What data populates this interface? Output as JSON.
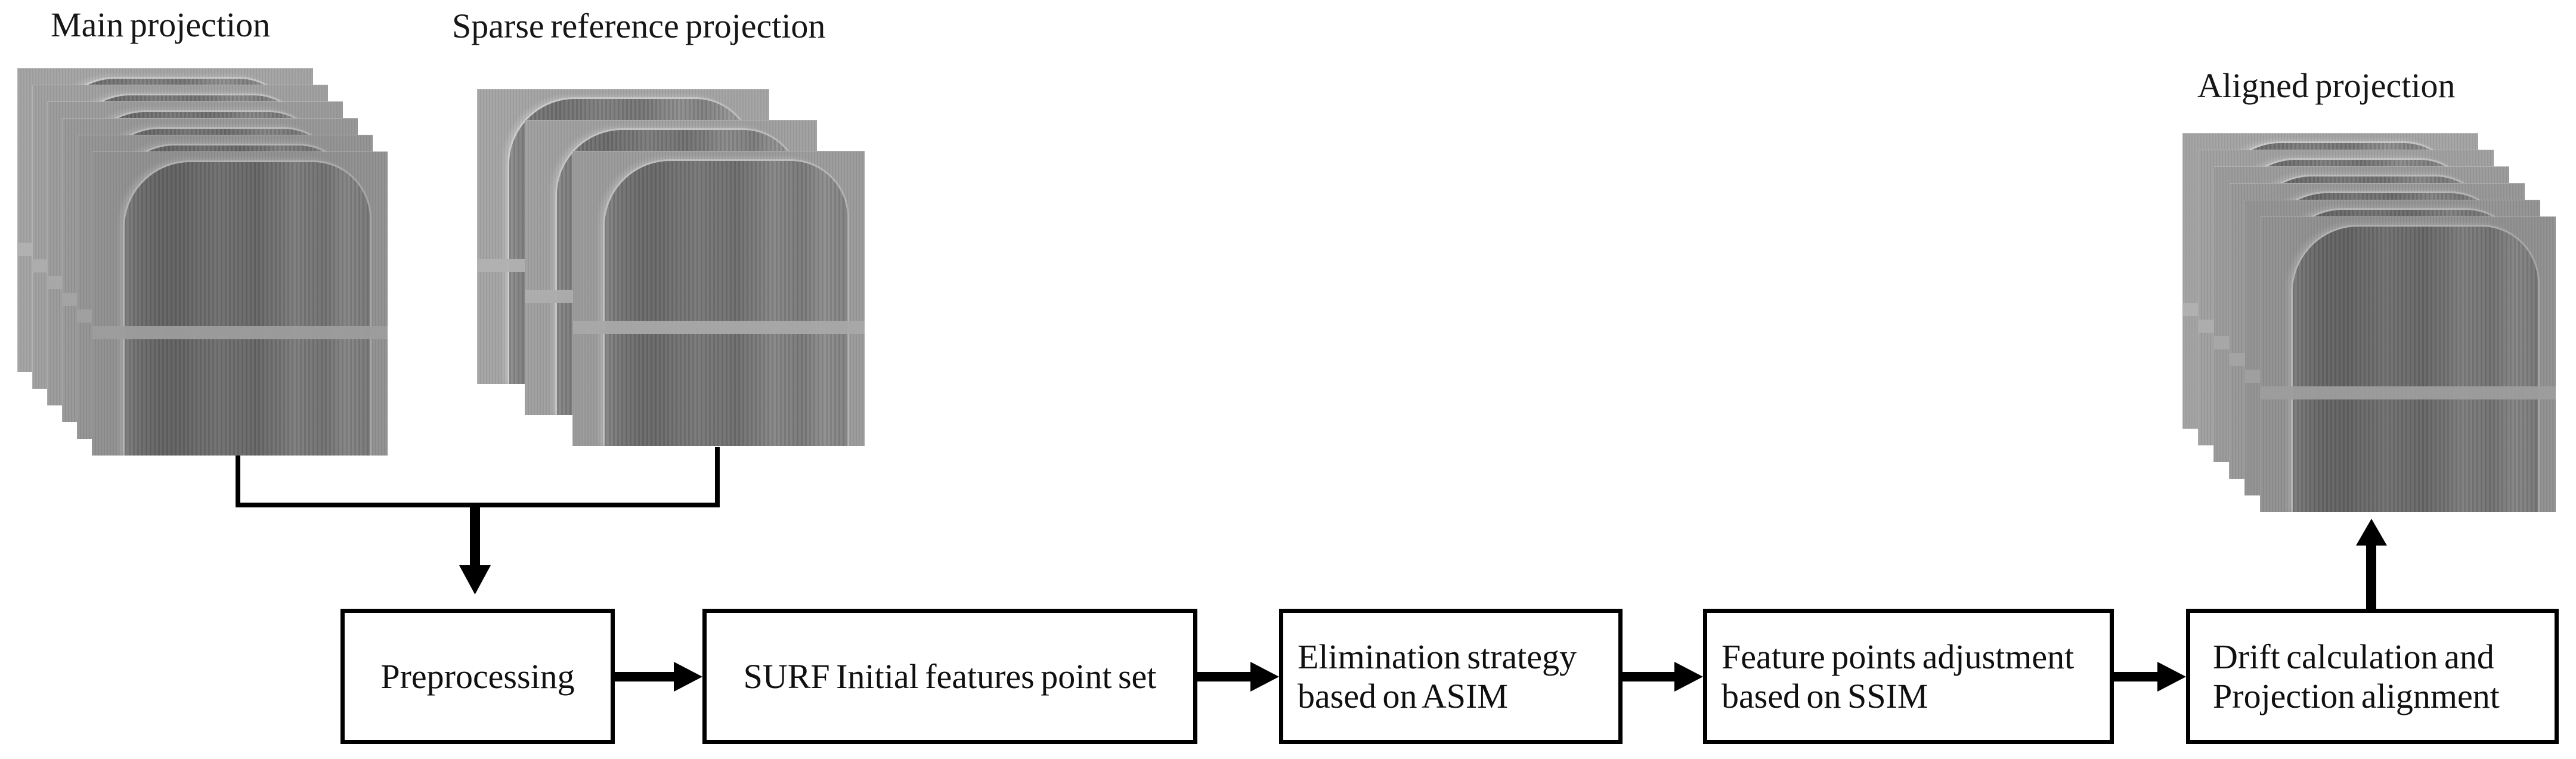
{
  "figure": {
    "stack_labels": {
      "main": "Main projection",
      "sparse": "Sparse reference projection",
      "aligned": "Aligned projection"
    },
    "stacks": {
      "main": {
        "layer_count": 6
      },
      "sparse": {
        "layer_count": 3
      },
      "aligned": {
        "layer_count": 6
      }
    },
    "flow_boxes": [
      {
        "id": "preprocessing",
        "lines": [
          "Preprocessing"
        ]
      },
      {
        "id": "surf",
        "lines": [
          "SURF Initial features point set"
        ]
      },
      {
        "id": "elimination",
        "lines": [
          "Elimination strategy",
          "based on ASIM"
        ]
      },
      {
        "id": "adjustment",
        "lines": [
          "Feature points adjustment",
          "based on SSIM"
        ]
      },
      {
        "id": "drift",
        "lines": [
          "Drift calculation and",
          "Projection alignment"
        ]
      }
    ],
    "flow_direction": "left-to-right",
    "colors": {
      "line": "#000000",
      "box_border": "#000000",
      "box_background": "#ffffff",
      "text": "#101010",
      "layer_gray": "#8f8f8f",
      "tip_dark_gray": "#666666",
      "band_light_gray": "#9d9d9d",
      "page_background": "#ffffff"
    }
  }
}
